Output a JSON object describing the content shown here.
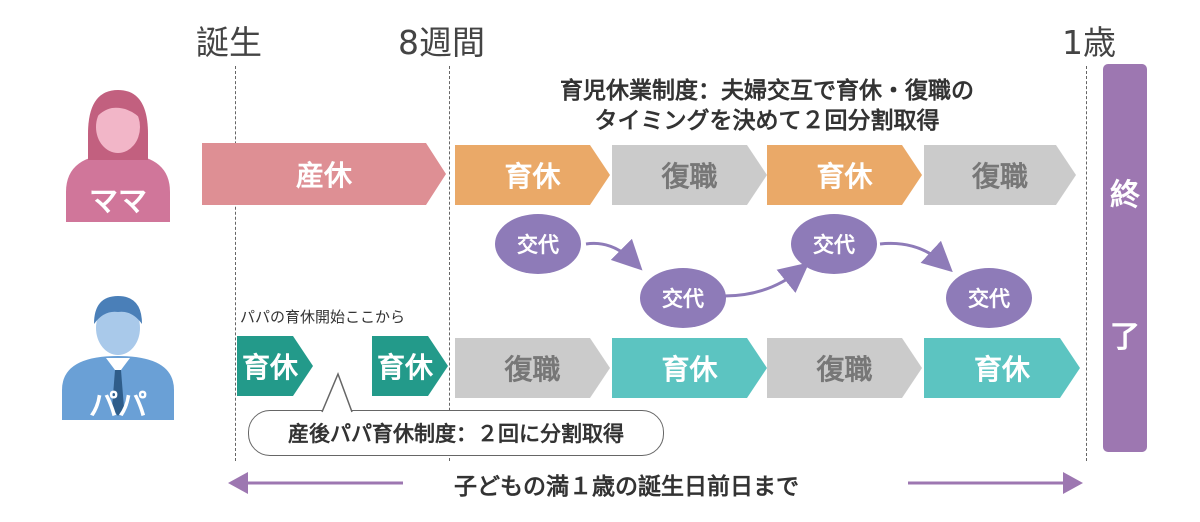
{
  "timeline": {
    "birth": "誕生",
    "eight_weeks": "8週間",
    "one_year": "1歳"
  },
  "mama": {
    "label": "ママ",
    "note_line1": "育児休業制度：夫婦交互で育休・復職の",
    "note_line2": "タイミングを決めて２回分割取得",
    "maternity_leave": "産休",
    "segments": [
      "育休",
      "復職",
      "育休",
      "復職"
    ]
  },
  "papa": {
    "label": "パパ",
    "start_note": "パパの育休開始ここから",
    "early_leave_1": "育休",
    "early_leave_2": "育休",
    "segments": [
      "復職",
      "育休",
      "復職",
      "育休"
    ],
    "callout": "産後パパ育休制度：２回に分割取得"
  },
  "swap_label": "交代",
  "end_label_1": "終",
  "end_label_2": "了",
  "bottom_text": "子どもの満１歳の誕生日前日まで",
  "colors": {
    "maternity": "#de8f94",
    "mama_leave": "#eaa968",
    "return": "#cbcbcb",
    "papa_early": "#239a8a",
    "papa_leave": "#5cc4c1",
    "end_bar": "#9d77b1",
    "swap": "#8e7bb8",
    "mama_icon": "#d0769a",
    "papa_icon": "#6aa0d6"
  }
}
